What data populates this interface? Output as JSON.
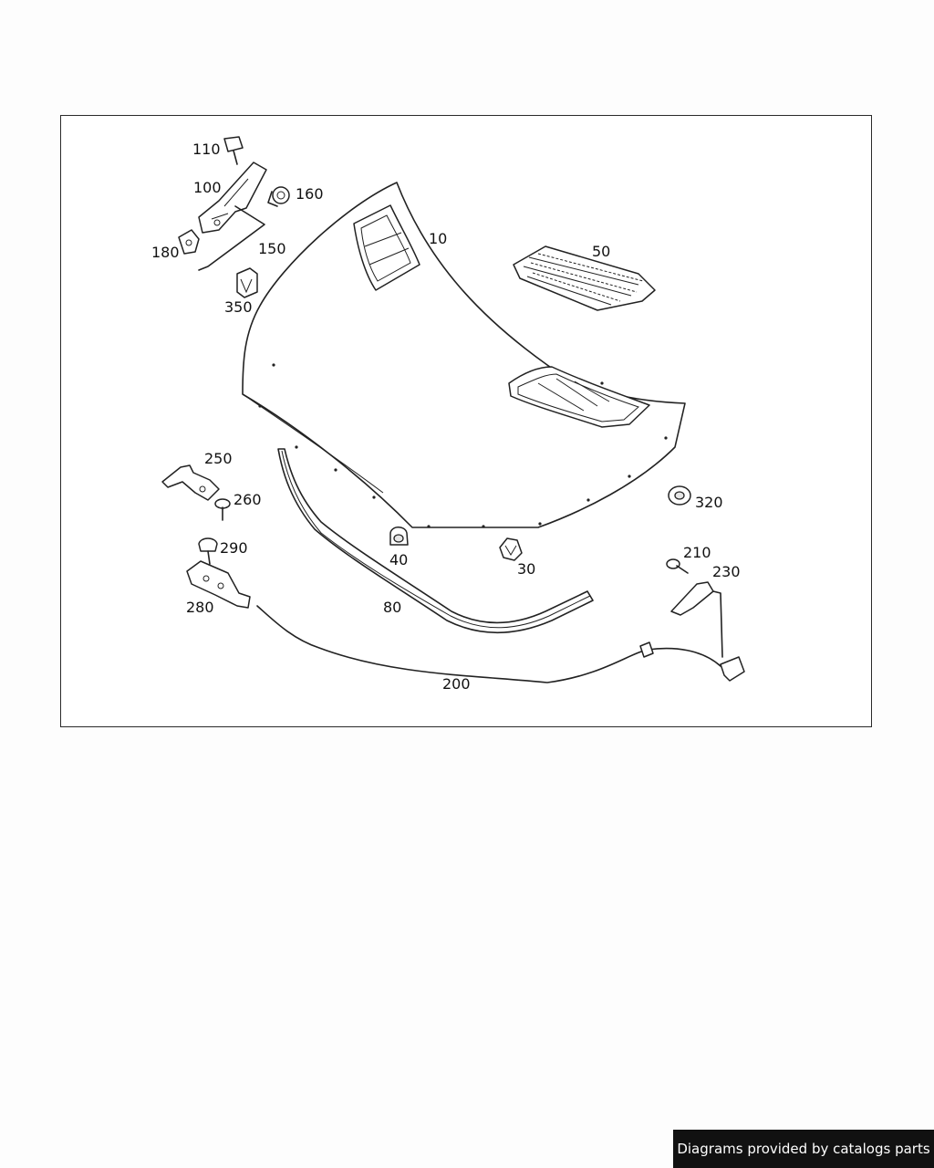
{
  "diagram": {
    "parts": [
      {
        "id": "p10",
        "label": "10"
      },
      {
        "id": "p30",
        "label": "30"
      },
      {
        "id": "p40",
        "label": "40"
      },
      {
        "id": "p50",
        "label": "50"
      },
      {
        "id": "p80",
        "label": "80"
      },
      {
        "id": "p100",
        "label": "100"
      },
      {
        "id": "p110",
        "label": "110"
      },
      {
        "id": "p150",
        "label": "150"
      },
      {
        "id": "p160",
        "label": "160"
      },
      {
        "id": "p180",
        "label": "180"
      },
      {
        "id": "p200",
        "label": "200"
      },
      {
        "id": "p210",
        "label": "210"
      },
      {
        "id": "p230",
        "label": "230"
      },
      {
        "id": "p250",
        "label": "250"
      },
      {
        "id": "p260",
        "label": "260"
      },
      {
        "id": "p280",
        "label": "280"
      },
      {
        "id": "p290",
        "label": "290"
      },
      {
        "id": "p320",
        "label": "320"
      },
      {
        "id": "p350",
        "label": "350"
      }
    ]
  },
  "footer": {
    "text": "Diagrams provided by catalogs parts"
  }
}
